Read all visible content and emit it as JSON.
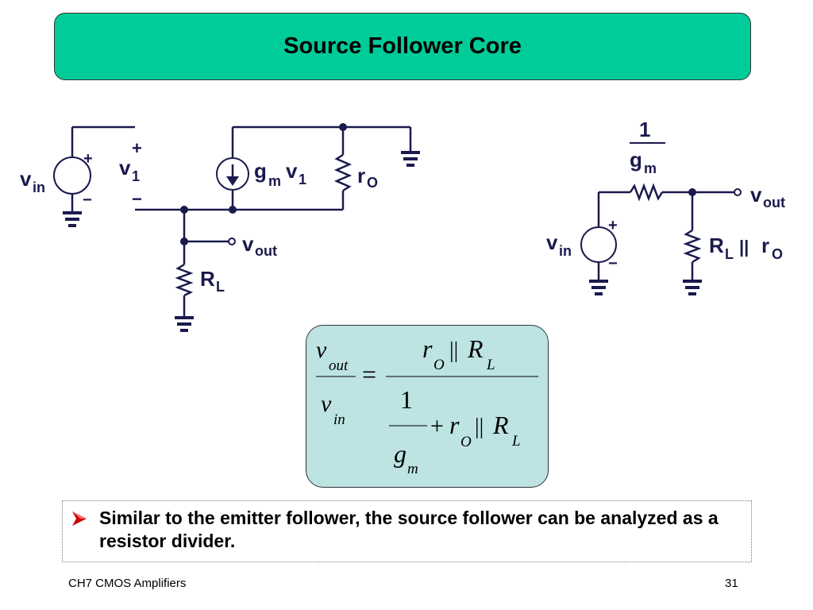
{
  "title": "Source Follower Core",
  "left_circuit": {
    "vin_main": "v",
    "vin_sub": "in",
    "plus": "+",
    "minus": "−",
    "v1_main": "v",
    "v1_sub": "1",
    "gm_main": "g",
    "gm_sub": "m",
    "gm_v1_main": "v",
    "gm_v1_sub": "1",
    "ro_main": "r",
    "ro_sub": "O",
    "vout_main": "v",
    "vout_sub": "out",
    "RL_main": "R",
    "RL_sub": "L"
  },
  "right_circuit": {
    "frac_num": "1",
    "frac_den_main": "g",
    "frac_den_sub": "m",
    "vout_main": "v",
    "vout_sub": "out",
    "vin_main": "v",
    "vin_sub": "in",
    "plus": "+",
    "minus": "−",
    "load_R": "R",
    "load_R_sub": "L",
    "load_par": "||",
    "load_r": "r",
    "load_r_sub": "O"
  },
  "equation": {
    "lhs_num_main": "v",
    "lhs_num_sub": "out",
    "lhs_den_main": "v",
    "lhs_den_sub": "in",
    "equals": "=",
    "rhs_num_r": "r",
    "rhs_num_r_sub": "O",
    "rhs_num_par": "||",
    "rhs_num_R": "R",
    "rhs_num_R_sub": "L",
    "rhs_den_one": "1",
    "rhs_den_g": "g",
    "rhs_den_g_sub": "m",
    "rhs_den_plus": "+",
    "rhs_den_r": "r",
    "rhs_den_r_sub": "O",
    "rhs_den_par": "||",
    "rhs_den_R": "R",
    "rhs_den_R_sub": "L"
  },
  "bullet": {
    "text": "Similar to the emitter follower, the source follower can be analyzed as a resistor divider.",
    "arrow_color": "#cc0000"
  },
  "footer": {
    "left": "CH7 CMOS Amplifiers",
    "page": "31"
  },
  "colors": {
    "title_bg": "#00cc99",
    "wire": "#1a1a4e",
    "equation_bg": "#bde3e3"
  }
}
